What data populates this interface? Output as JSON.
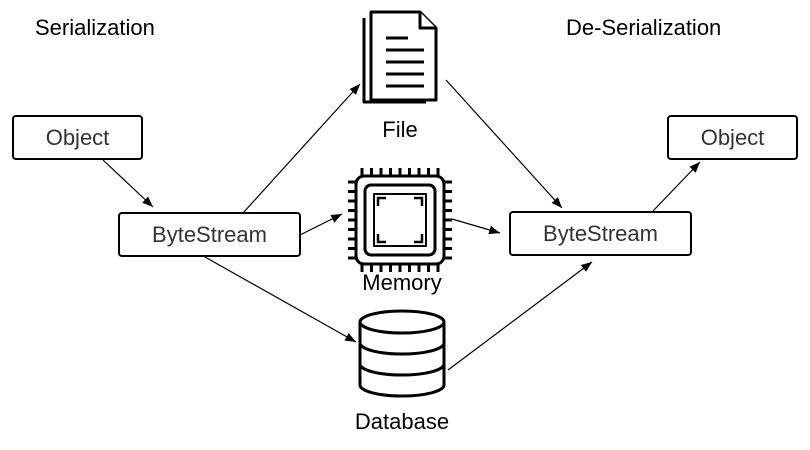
{
  "headings": {
    "serialization": "Serialization",
    "deserialization": "De-Serialization"
  },
  "nodes": {
    "object_left": "Object",
    "bytestream_left": "ByteStream",
    "bytestream_right": "ByteStream",
    "object_right": "Object",
    "file": "File",
    "memory": "Memory",
    "database": "Database"
  },
  "colors": {
    "stroke": "#000000",
    "box_text": "#333333",
    "background": "#ffffff"
  },
  "icons": {
    "file": "document-icon",
    "memory": "chip-icon",
    "database": "database-icon"
  }
}
